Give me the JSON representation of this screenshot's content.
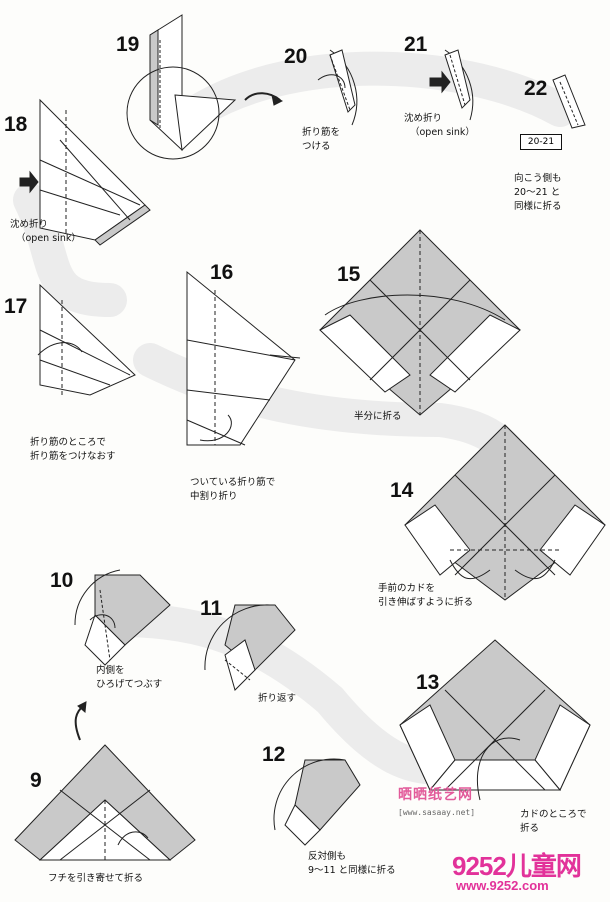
{
  "steps": {
    "s9": "9",
    "s10": "10",
    "s11": "11",
    "s12": "12",
    "s13": "13",
    "s14": "14",
    "s15": "15",
    "s16": "16",
    "s17": "17",
    "s18": "18",
    "s19": "19",
    "s20": "20",
    "s21": "21",
    "s22": "22"
  },
  "captions": {
    "c18_1": "沈め折り",
    "c18_2": "（open sink）",
    "c20_1": "折り筋を",
    "c20_2": "つける",
    "c21_1": "沈め折り",
    "c21_2": "（open sink）",
    "c22_ref": "20-21",
    "c22_1": "向こう側も",
    "c22_2": "20～21 と",
    "c22_3": "同様に折る",
    "c17_1": "折り筋のところで",
    "c17_2": "折り筋をつけなおす",
    "c16_1": "ついている折り筋で",
    "c16_2": "中割り折り",
    "c15": "半分に折る",
    "c14_1": "手前のカドを",
    "c14_2": "引き伸ばすように折る",
    "c10_1": "内側を",
    "c10_2": "ひろげてつぶす",
    "c11": "折り返す",
    "c12_1": "反対側も",
    "c12_2": "9～11 と同様に折る",
    "c13_1": "カドのところで",
    "c13_2": "折る",
    "c9": "フチを引き寄せて折る"
  },
  "watermark": {
    "brand": "晒晒纸艺网",
    "url": "[www.sasaay.net]",
    "site": "9252儿童网",
    "site_url": "www.9252.com"
  },
  "colors": {
    "paper_gray": "#c9c9c9",
    "paper_white": "#ffffff",
    "line": "#222222",
    "path_band": "#ececec",
    "watermark_pink": "#e2329a"
  }
}
